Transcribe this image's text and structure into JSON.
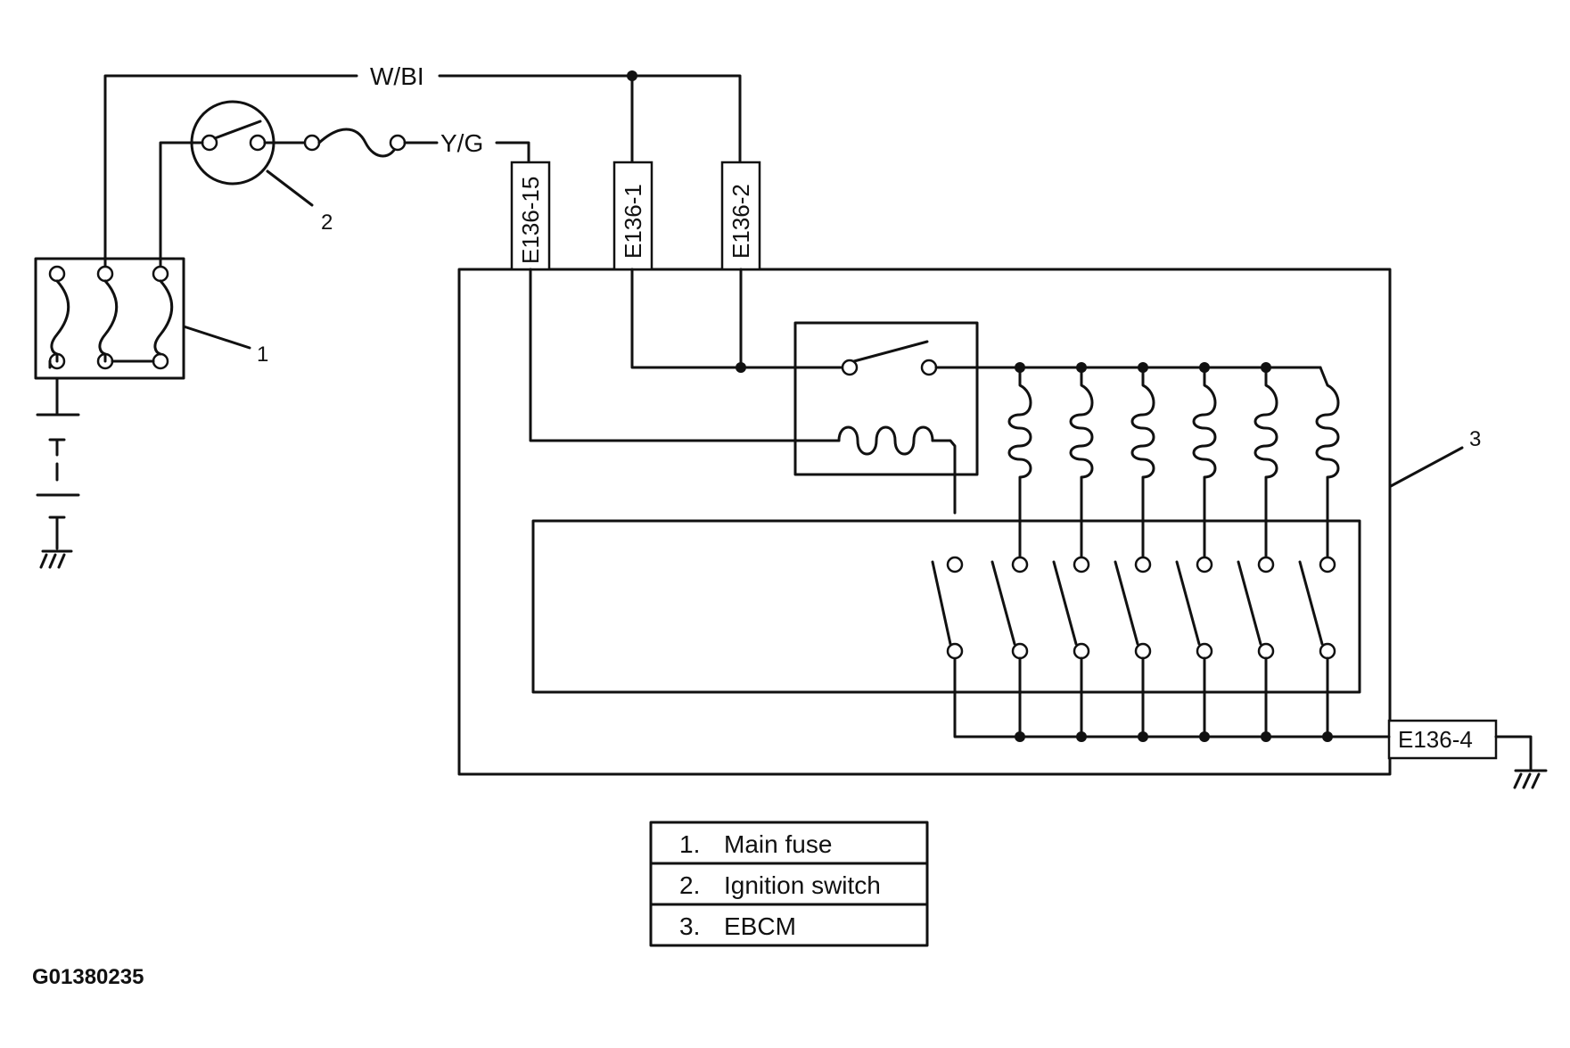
{
  "wire_labels": {
    "top_wire": "W/BI",
    "ignition_output": "Y/G"
  },
  "connectors": {
    "pin15": "E136-15",
    "pin1": "E136-1",
    "pin2": "E136-2",
    "pin4": "E136-4"
  },
  "callouts": {
    "fuse": "1",
    "ignition": "2",
    "ebcm": "3"
  },
  "legend": [
    {
      "num": "1.",
      "label": "Main fuse"
    },
    {
      "num": "2.",
      "label": "Ignition switch"
    },
    {
      "num": "3.",
      "label": "EBCM"
    }
  ],
  "figure_code": "G01380235"
}
